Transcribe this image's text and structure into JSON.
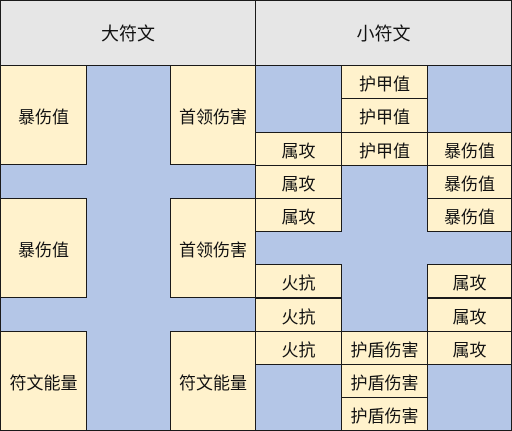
{
  "headers": {
    "big": "大符文",
    "small": "小符文"
  },
  "big_runes": {
    "r1c1": "暴伤值",
    "r1c3": "首领伤害",
    "r2c1": "暴伤值",
    "r2c3": "首领伤害",
    "r3c1": "符文能量",
    "r3c3": "符文能量"
  },
  "small_runes": {
    "c2r1": "护甲值",
    "c2r2": "护甲值",
    "c2r3": "护甲值",
    "c1r3": "属攻",
    "c3r3": "暴伤值",
    "c1r4": "属攻",
    "c3r4": "暴伤值",
    "c1r5": "属攻",
    "c3r5": "暴伤值",
    "c1r7": "火抗",
    "c3r7": "属攻",
    "c1r8": "火抗",
    "c3r8": "属攻",
    "c1r9": "火抗",
    "c2r9": "护盾伤害",
    "c3r9": "属攻",
    "c2r10": "护盾伤害",
    "c2r11": "护盾伤害"
  },
  "colors": {
    "rune": "#fff2cc",
    "empty": "#b4c6e7",
    "header": "#e6e6e6",
    "border": "#1a1a1a"
  }
}
